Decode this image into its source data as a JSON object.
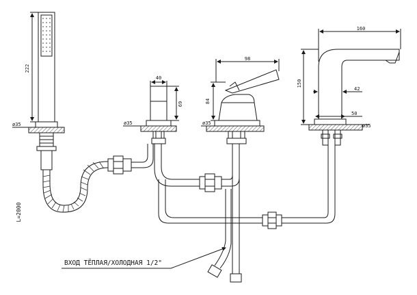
{
  "dims": {
    "shower_length": "222",
    "shower_hole": "ø35",
    "hose_length": "L=2000",
    "control_width": "40",
    "control_height": "69",
    "control_hole": "ø35",
    "mixer_width": "98",
    "mixer_height": "84",
    "mixer_hole": "ø35",
    "spout_width": "160",
    "spout_height": "150",
    "spout_outlet": "42",
    "spout_base": "50",
    "spout_hole": "ø35"
  },
  "inlet_note": "ВХОД ТЁПЛАЯ/ХОЛОДНАЯ   1/2\"",
  "colors": {
    "line": "#1a1a1a",
    "hatch": "#555555",
    "fill": "#ffffff"
  }
}
